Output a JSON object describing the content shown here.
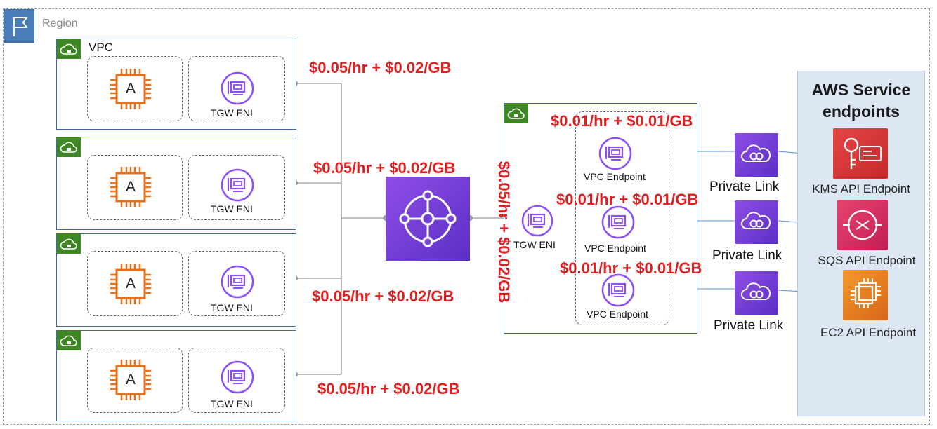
{
  "region": {
    "label": "Region",
    "icon": "flag-icon"
  },
  "vpcs": [
    {
      "title": "VPC",
      "instance_letter": "A",
      "eni_label": "TGW ENI"
    },
    {
      "title": "",
      "instance_letter": "A",
      "eni_label": "TGW ENI"
    },
    {
      "title": "",
      "instance_letter": "A",
      "eni_label": "TGW ENI"
    },
    {
      "title": "",
      "instance_letter": "A",
      "eni_label": "TGW ENI"
    }
  ],
  "tgw_prices": [
    "$0.05/hr + $0.02/GB",
    "$0.05/hr + $0.02/GB",
    "$0.05/hr + $0.02/GB",
    "$0.05/hr + $0.02/GB"
  ],
  "tgw_vertical_price": "$0.05/hr + $0.02/GB",
  "shared_vpc": {
    "eni_label": "TGW ENI",
    "endpoints": [
      {
        "label": "VPC Endpoint",
        "price": "$0.01/hr + $0.01/GB"
      },
      {
        "label": "VPC Endpoint",
        "price": "$0.01/hr + $0.01/GB"
      },
      {
        "label": "VPC Endpoint",
        "price": "$0.01/hr + $0.01/GB"
      }
    ]
  },
  "private_links": [
    "Private Link",
    "Private Link",
    "Private Link"
  ],
  "aws_services": {
    "title_line1": "AWS Service",
    "title_line2": "endpoints",
    "items": [
      {
        "label": "KMS API Endpoint",
        "icon": "kms-key-icon",
        "color": "#dd3b3b"
      },
      {
        "label": "SQS API Endpoint",
        "icon": "sqs-icon",
        "color": "#d6336c"
      },
      {
        "label": "EC2 API Endpoint",
        "icon": "ec2-icon",
        "color": "#e8701a"
      }
    ]
  },
  "colors": {
    "price_red": "#e02020",
    "vpc_border": "#3f68b2",
    "vpc_badge_green": "#3f8624",
    "instance_orange": "#e8701a",
    "eni_purple": "#8c4fff",
    "tgw_purple": "#7b3fd6",
    "service_panel": "#dde6f3"
  }
}
